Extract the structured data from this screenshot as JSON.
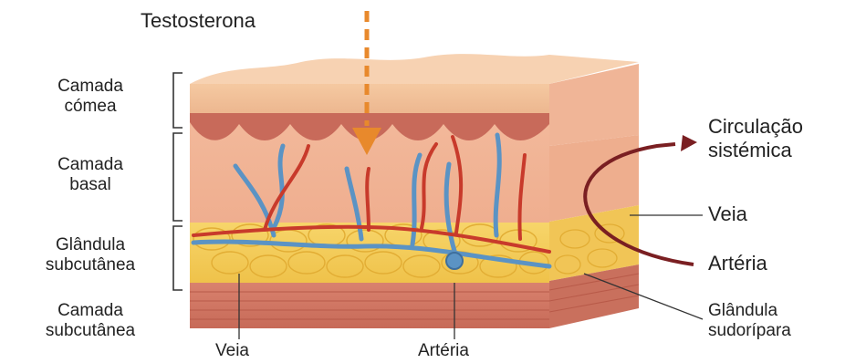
{
  "labels": {
    "top": "Testosterona",
    "left": [
      {
        "line1": "Camada",
        "line2": "cómea"
      },
      {
        "line1": "Camada",
        "line2": "basal"
      },
      {
        "line1": "Glândula",
        "line2": "subcutânea"
      },
      {
        "line1": "Camada",
        "line2": "subcutânea"
      }
    ],
    "bottom_vein": "Veia",
    "bottom_artery": "Artéria",
    "right_circulation": {
      "line1": "Circulação",
      "line2": "sistémica"
    },
    "right_vein": "Veia",
    "right_artery": "Artéria",
    "right_gland": {
      "line1": "Glândula",
      "line2": "sudorípara"
    }
  },
  "colors": {
    "arrow_orange": "#e8892c",
    "circulation_arrow": "#7a1f22",
    "artery": "#c83a2b",
    "vein": "#5b93c4"
  }
}
